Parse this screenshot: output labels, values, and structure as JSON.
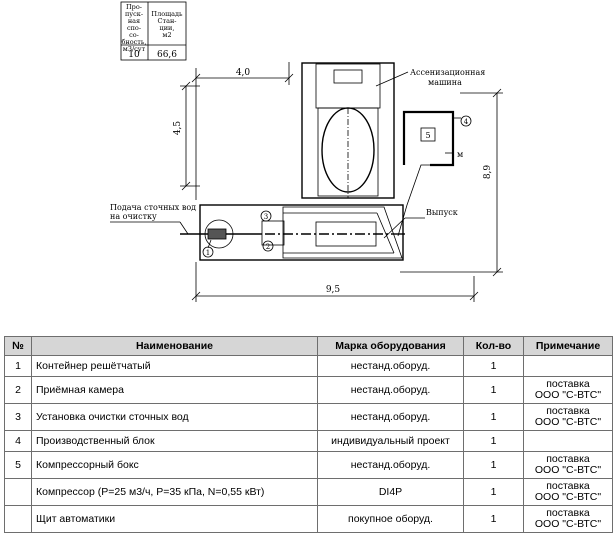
{
  "capacity_table": {
    "headers": [
      "Про-пуск-ная спо-со-бность, м3/сут",
      "Площадь Стан-ции, м2"
    ],
    "values": [
      "10",
      "66,6"
    ]
  },
  "drawing": {
    "dim_top": "4,0",
    "dim_left": "4,5",
    "dim_right": "8,9",
    "dim_bottom": "9,5",
    "label_machine_line1": "Ассенизационная",
    "label_machine_line2": "машина",
    "label_inlet_line1": "Подача сточных вод",
    "label_inlet_line2": "на очистку",
    "label_outlet": "Выпуск",
    "label_m": "м",
    "callouts": [
      "1",
      "2",
      "3",
      "4",
      "5"
    ]
  },
  "spec_table": {
    "headers": [
      "№",
      "Наименование",
      "Марка оборудования",
      "Кол-во",
      "Примечание"
    ],
    "rows": [
      {
        "num": "1",
        "name": "Контейнер решётчатый",
        "mark": "нестанд.оборуд.",
        "qty": "1",
        "note1": "",
        "note2": ""
      },
      {
        "num": "2",
        "name": "Приёмная камера",
        "mark": "нестанд.оборуд.",
        "qty": "1",
        "note1": "поставка",
        "note2": "ООО \"С-ВТС\""
      },
      {
        "num": "3",
        "name": "Установка очистки сточных вод",
        "mark": "нестанд.оборуд.",
        "qty": "1",
        "note1": "поставка",
        "note2": "ООО \"С-ВТС\""
      },
      {
        "num": "4",
        "name": "Производственный блок",
        "mark": "индивидуальный проект",
        "qty": "1",
        "note1": "",
        "note2": ""
      },
      {
        "num": "5",
        "name": "Компрессорный бокс",
        "mark": "нестанд.оборуд.",
        "qty": "1",
        "note1": "поставка",
        "note2": "ООО \"С-ВТС\""
      },
      {
        "num": "",
        "name": "Компрессор (Р=25 м3/ч, Р=35 кПа, N=0,55 кВт)",
        "mark": "DI4P",
        "qty": "1",
        "note1": "поставка",
        "note2": "ООО \"С-ВТС\""
      },
      {
        "num": "",
        "name": "Щит автоматики",
        "mark": "покупное оборуд.",
        "qty": "1",
        "note1": "поставка",
        "note2": "ООО \"С-ВТС\""
      }
    ]
  }
}
